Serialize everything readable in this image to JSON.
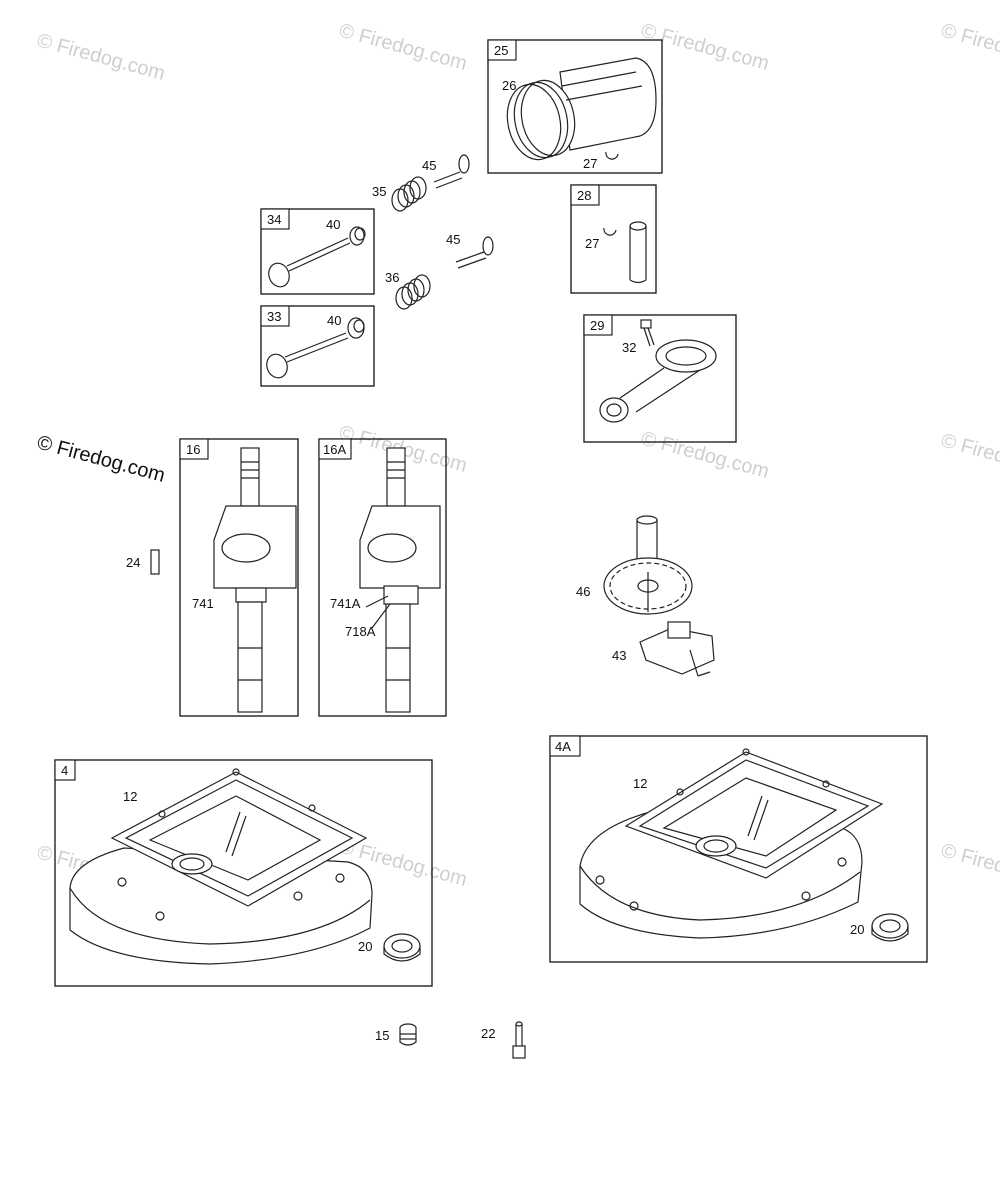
{
  "watermark": {
    "text": "© Firedog.com",
    "color": "#cfcfcf"
  },
  "boxes": {
    "b25": "25",
    "b28": "28",
    "b34": "34",
    "b33": "33",
    "b29": "29",
    "b16": "16",
    "b16a": "16A",
    "b4": "4",
    "b4a": "4A"
  },
  "labels": {
    "l26": "26",
    "l27a": "27",
    "l27b": "27",
    "l45a": "45",
    "l45b": "45",
    "l35": "35",
    "l36": "36",
    "l40a": "40",
    "l40b": "40",
    "l32": "32",
    "l24": "24",
    "l741": "741",
    "l741a": "741A",
    "l718a": "718A",
    "l46": "46",
    "l43": "43",
    "l12a": "12",
    "l12b": "12",
    "l20a": "20",
    "l20b": "20",
    "l15": "15",
    "l22": "22"
  }
}
